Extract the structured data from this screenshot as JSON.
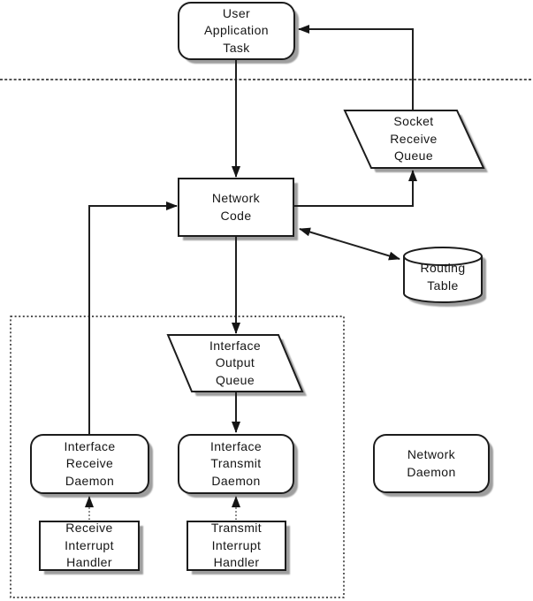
{
  "diagram": {
    "background": "#ffffff",
    "colors": {
      "stroke": "#1c1c1c",
      "arrow": "#1f1f1f",
      "shadow": "#9e9e9e",
      "fill": "#ffffff",
      "text": "#151515"
    },
    "nodes": {
      "user_app": {
        "label": "User\nApplication\nTask",
        "shape": "rounded-rect"
      },
      "socket_receive_queue": {
        "label": "Socket\nReceive\nQueue",
        "shape": "parallelogram"
      },
      "network_code": {
        "label": "Network\nCode",
        "shape": "rect"
      },
      "routing_table": {
        "label": "Routing\nTable",
        "shape": "cylinder"
      },
      "interface_output_queue": {
        "label": "Interface\nOutput\nQueue",
        "shape": "parallelogram"
      },
      "interface_receive_daemon": {
        "label": "Interface\nReceive\nDaemon",
        "shape": "rounded-rect"
      },
      "interface_transmit_daemon": {
        "label": "Interface\nTransmit\nDaemon",
        "shape": "rounded-rect"
      },
      "network_daemon": {
        "label": "Network\nDaemon",
        "shape": "rounded-rect"
      },
      "receive_interrupt_handler": {
        "label": "Receive\nInterrupt\nHandler",
        "shape": "rect"
      },
      "transmit_interrupt_handler": {
        "label": "Transmit\nInterrupt\nHandler",
        "shape": "rect"
      }
    },
    "edges": [
      {
        "from": "user_app",
        "to": "network_code",
        "style": "solid",
        "direction": "one-way"
      },
      {
        "from": "socket_receive_queue",
        "to": "user_app",
        "style": "solid",
        "direction": "one-way"
      },
      {
        "from": "network_code",
        "to": "socket_receive_queue",
        "style": "solid",
        "direction": "one-way"
      },
      {
        "from": "network_code",
        "to": "routing_table",
        "style": "solid",
        "direction": "two-way"
      },
      {
        "from": "network_code",
        "to": "interface_output_queue",
        "style": "solid",
        "direction": "one-way"
      },
      {
        "from": "interface_output_queue",
        "to": "interface_transmit_daemon",
        "style": "solid",
        "direction": "one-way"
      },
      {
        "from": "interface_receive_daemon",
        "to": "network_code",
        "style": "solid",
        "direction": "one-way"
      },
      {
        "from": "receive_interrupt_handler",
        "to": "interface_receive_daemon",
        "style": "dotted",
        "direction": "one-way"
      },
      {
        "from": "transmit_interrupt_handler",
        "to": "interface_transmit_daemon",
        "style": "dotted",
        "direction": "one-way"
      }
    ],
    "regions": {
      "user_kernel_separator": {
        "style": "dotted-horizontal-line"
      },
      "interface_layer_boundary": {
        "style": "dotted-rectangle"
      }
    }
  }
}
